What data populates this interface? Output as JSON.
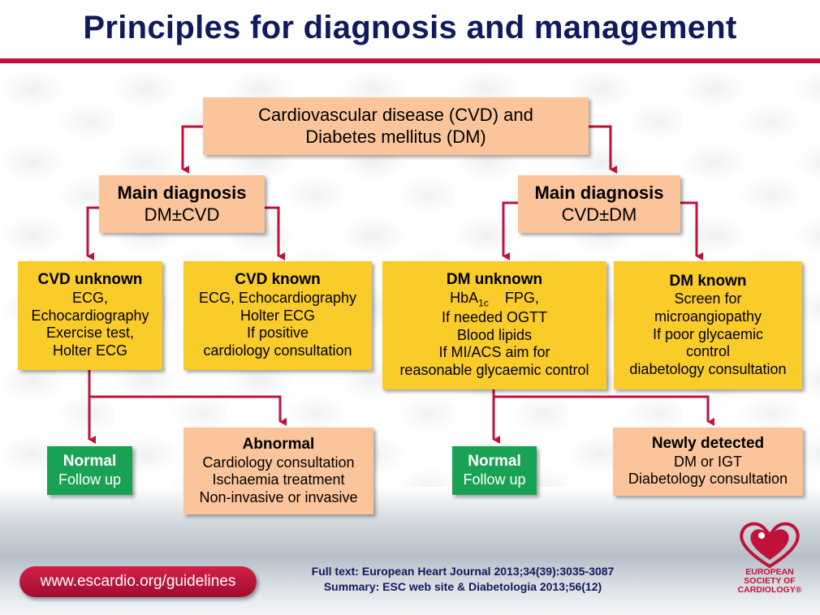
{
  "title": "Principles for diagnosis and management",
  "root": {
    "line1": "Cardiovascular disease (CVD) and",
    "line2": "Diabetes mellitus (DM)"
  },
  "left_main": {
    "heading": "Main diagnosis",
    "sub": "DM±CVD"
  },
  "right_main": {
    "heading": "Main diagnosis",
    "sub": "CVD±DM"
  },
  "cvd_unknown": {
    "heading": "CVD unknown",
    "lines": [
      "ECG,",
      "Echocardiography",
      "Exercise test,",
      "Holter ECG"
    ]
  },
  "cvd_known": {
    "heading": "CVD known",
    "lines": [
      "ECG, Echocardiography",
      "Holter ECG",
      "If positive",
      "cardiology consultation"
    ]
  },
  "dm_unknown": {
    "heading": "DM unknown",
    "hba": "HbA",
    "hba_sub": "1c",
    "fpg": "FPG,",
    "lines": [
      "If needed OGTT",
      "Blood lipids",
      "If MI/ACS aim for",
      "reasonable glycaemic control"
    ]
  },
  "dm_known": {
    "heading": "DM known",
    "lines": [
      "Screen for",
      "microangiopathy",
      "If poor glycaemic",
      "control",
      "diabetology consultation"
    ]
  },
  "normal_left": {
    "heading": "Normal",
    "sub": "Follow up"
  },
  "abnormal": {
    "heading": "Abnormal",
    "lines": [
      "Cardiology consultation",
      "Ischaemia treatment",
      "Non-invasive or invasive"
    ]
  },
  "normal_right": {
    "heading": "Normal",
    "sub": "Follow up"
  },
  "newly": {
    "heading": "Newly detected",
    "lines": [
      "DM or IGT",
      "Diabetology consultation"
    ]
  },
  "footer": {
    "url": "www.escardio.org/guidelines",
    "ref1": "Full text: European Heart Journal 2013;34(39):3035-3087",
    "ref2": "Summary: ESC web site & Diabetologia 2013;56(12)",
    "logo_line1": "EUROPEAN",
    "logo_line2": "SOCIETY OF",
    "logo_line3": "CARDIOLOGY®"
  },
  "colors": {
    "title": "#101a5e",
    "accent": "#c0113a",
    "peach": "#fbc49b",
    "yellow": "#f9cc2a",
    "green": "#1aa254"
  },
  "icons": [
    "heart-logo-icon"
  ]
}
